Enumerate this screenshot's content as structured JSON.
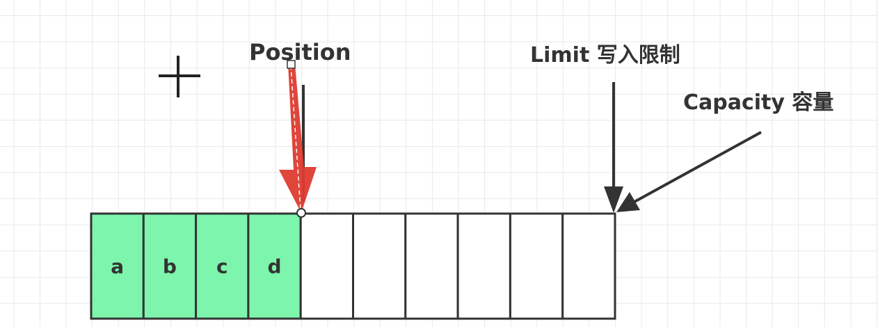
{
  "labels": {
    "position": "Position",
    "limit": "Limit 写入限制",
    "capacity": "Capacity 容量"
  },
  "buffer": {
    "cells": [
      "a",
      "b",
      "c",
      "d",
      "",
      "",
      "",
      "",
      "",
      ""
    ],
    "position_index": 4,
    "limit_index": 10,
    "capacity": 10
  },
  "colors": {
    "filled": "#7df5ad",
    "empty": "#ffffff",
    "border": "#333333",
    "position_arrow": "#dd3b2f",
    "pointer_arrow": "#333333"
  },
  "icons": {
    "cursor": "crosshair-cursor-icon"
  }
}
